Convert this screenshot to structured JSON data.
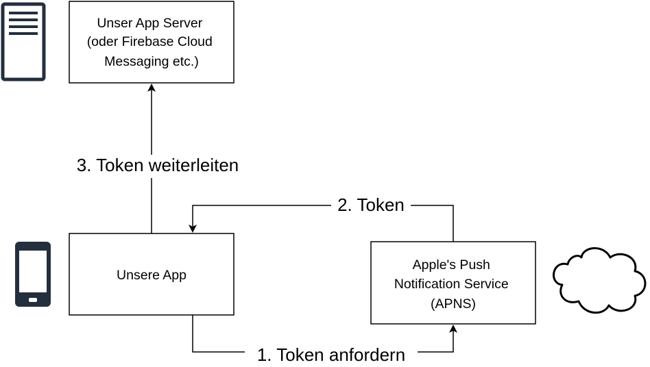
{
  "nodes": {
    "server": {
      "lines": [
        "Unser App Server",
        "(oder Firebase Cloud",
        "Messaging etc.)"
      ]
    },
    "app": {
      "lines": [
        "Unsere App"
      ]
    },
    "apns": {
      "lines": [
        "Apple's Push",
        "Notification Service",
        "(APNS)"
      ]
    }
  },
  "edges": {
    "request": {
      "label": "1. Token anfordern"
    },
    "token": {
      "label": "2. Token"
    },
    "forward": {
      "label": "3. Token weiterleiten"
    }
  },
  "icons": {
    "server": "server-icon",
    "phone": "smartphone-icon",
    "cloud": "cloud-icon"
  },
  "colors": {
    "icon": "#232f3e",
    "stroke": "#000000",
    "background": "#ffffff"
  }
}
